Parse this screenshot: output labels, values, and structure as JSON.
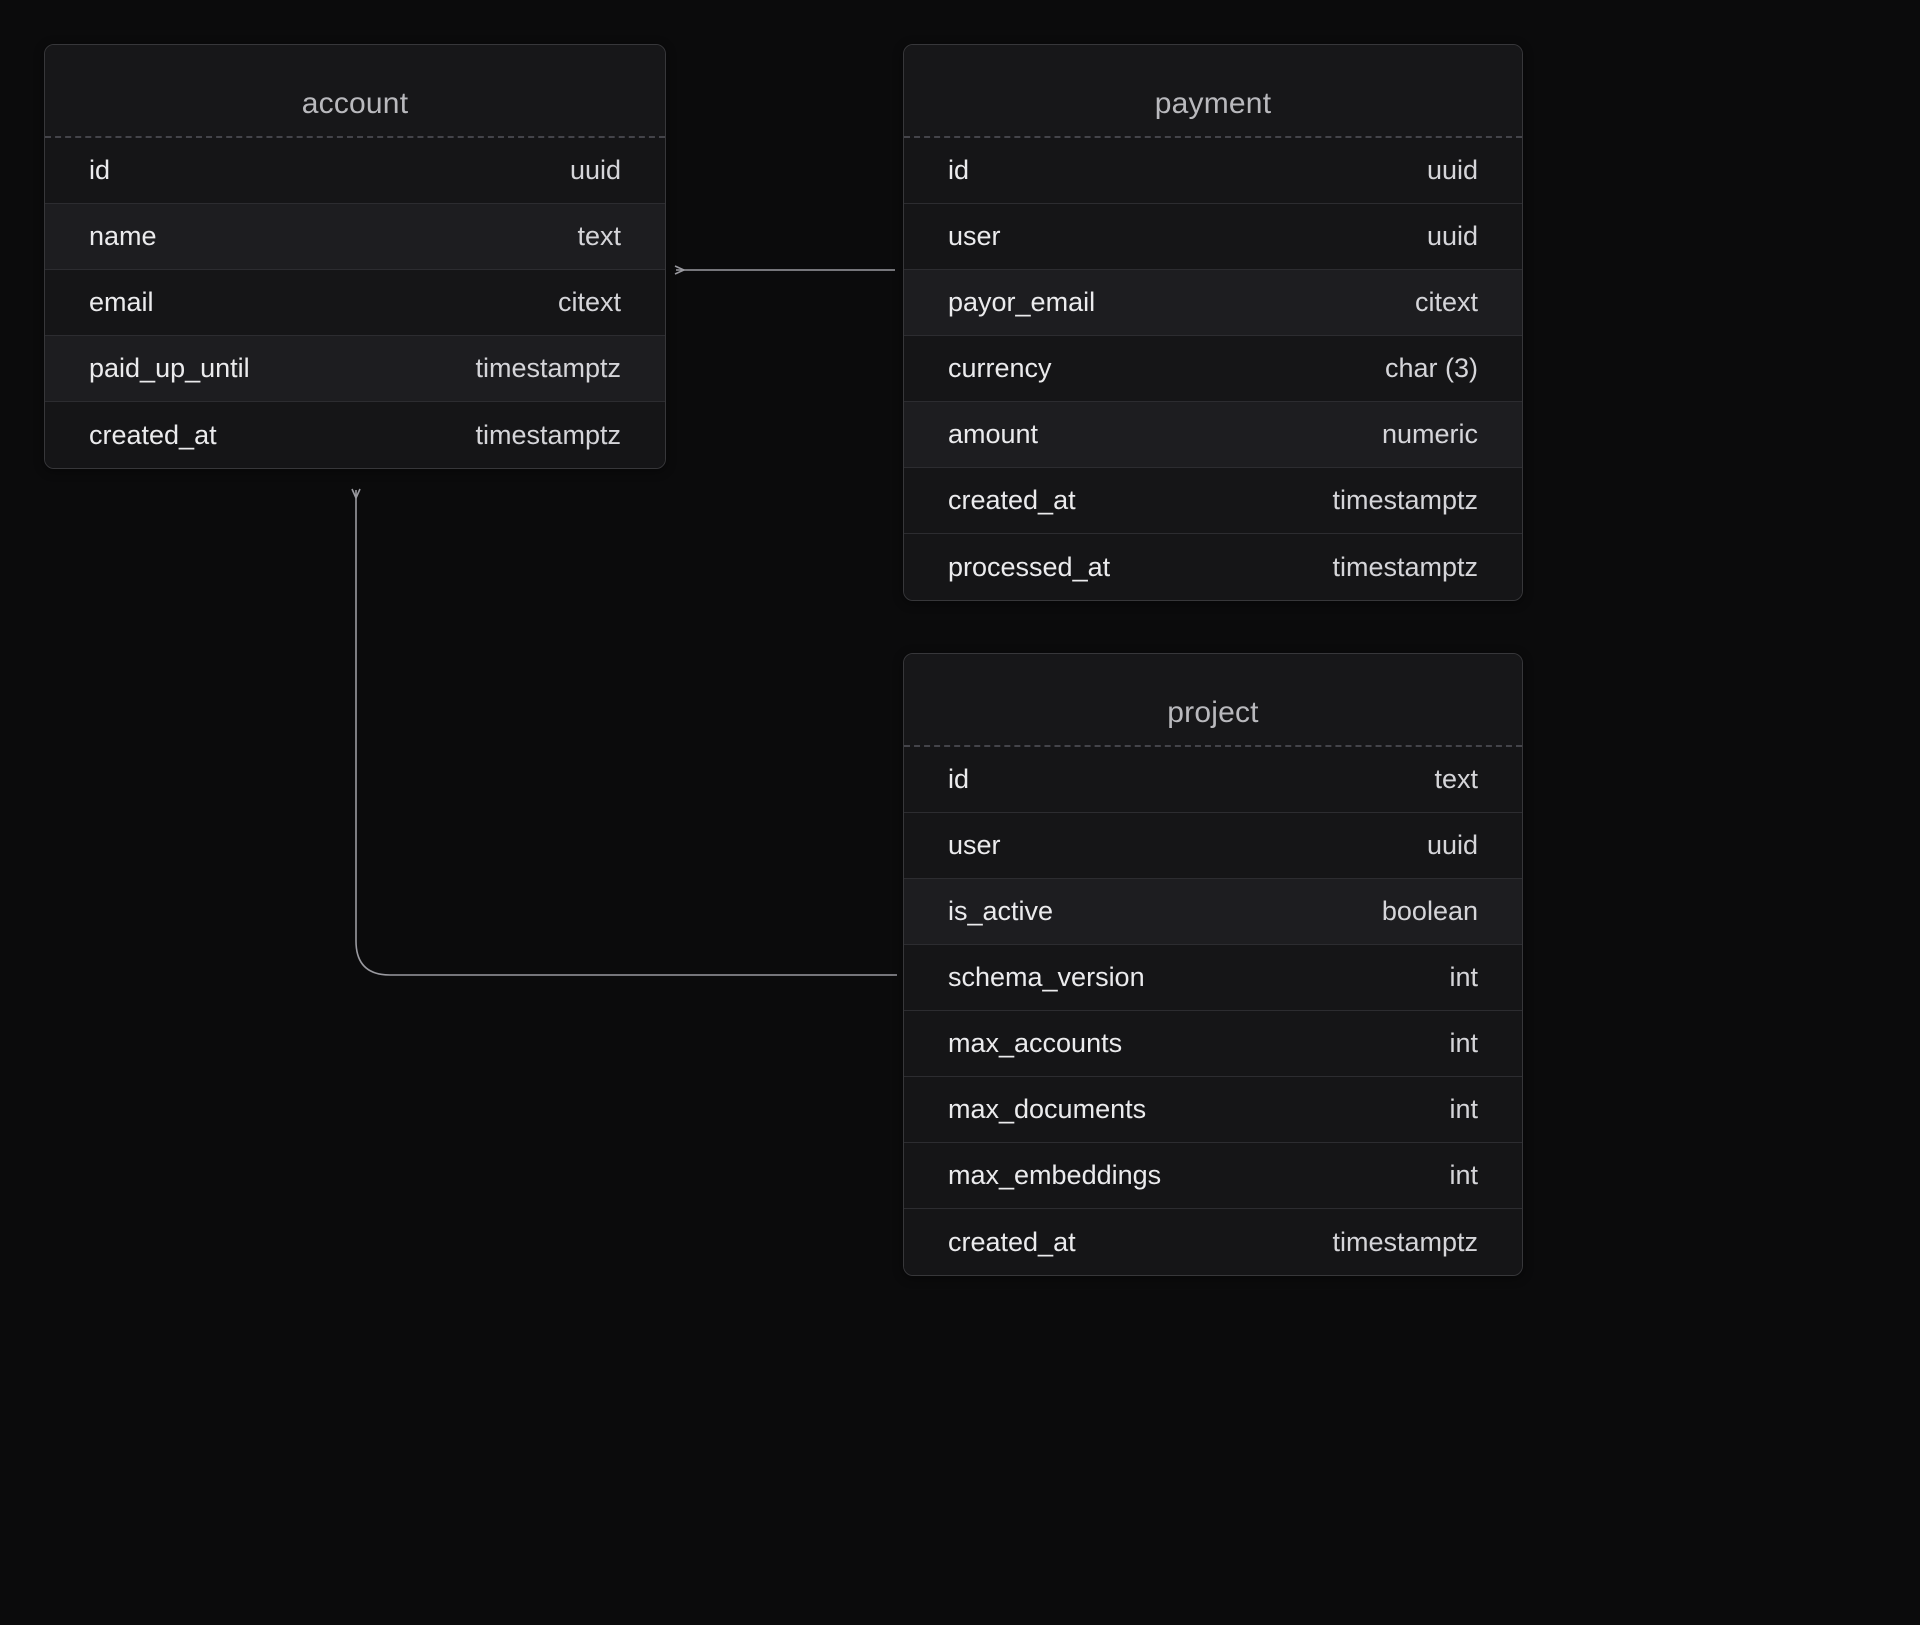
{
  "diagram": {
    "kind": "entity-relationship-diagram",
    "background_color": "#0b0b0c",
    "entity_background": "#171719",
    "entity_border_color": "#37373a",
    "text_color": "#ebebed",
    "title_color": "#b9b9bd",
    "edge_color": "#9a9aa0"
  },
  "entities": [
    {
      "key": "account",
      "title": "account",
      "fields": [
        {
          "name": "id",
          "type": "uuid"
        },
        {
          "name": "name",
          "type": "text"
        },
        {
          "name": "email",
          "type": "citext"
        },
        {
          "name": "paid_up_until",
          "type": "timestamptz"
        },
        {
          "name": "created_at",
          "type": "timestamptz"
        }
      ]
    },
    {
      "key": "payment",
      "title": "payment",
      "fields": [
        {
          "name": "id",
          "type": "uuid"
        },
        {
          "name": "user",
          "type": "uuid"
        },
        {
          "name": "payor_email",
          "type": "citext"
        },
        {
          "name": "currency",
          "type": "char (3)"
        },
        {
          "name": "amount",
          "type": "numeric"
        },
        {
          "name": "created_at",
          "type": "timestamptz"
        },
        {
          "name": "processed_at",
          "type": "timestamptz"
        }
      ]
    },
    {
      "key": "project",
      "title": "project",
      "fields": [
        {
          "name": "id",
          "type": "text"
        },
        {
          "name": "user",
          "type": "uuid"
        },
        {
          "name": "is_active",
          "type": "boolean"
        },
        {
          "name": "schema_version",
          "type": "int"
        },
        {
          "name": "max_accounts",
          "type": "int"
        },
        {
          "name": "max_documents",
          "type": "int"
        },
        {
          "name": "max_embeddings",
          "type": "int"
        },
        {
          "name": "created_at",
          "type": "timestamptz"
        }
      ]
    }
  ],
  "relationships": [
    {
      "from": "payment.user",
      "to": "account.id",
      "style": "orthogonal-arrow"
    },
    {
      "from": "project.user",
      "to": "account.id",
      "style": "orthogonal-arrow"
    }
  ]
}
